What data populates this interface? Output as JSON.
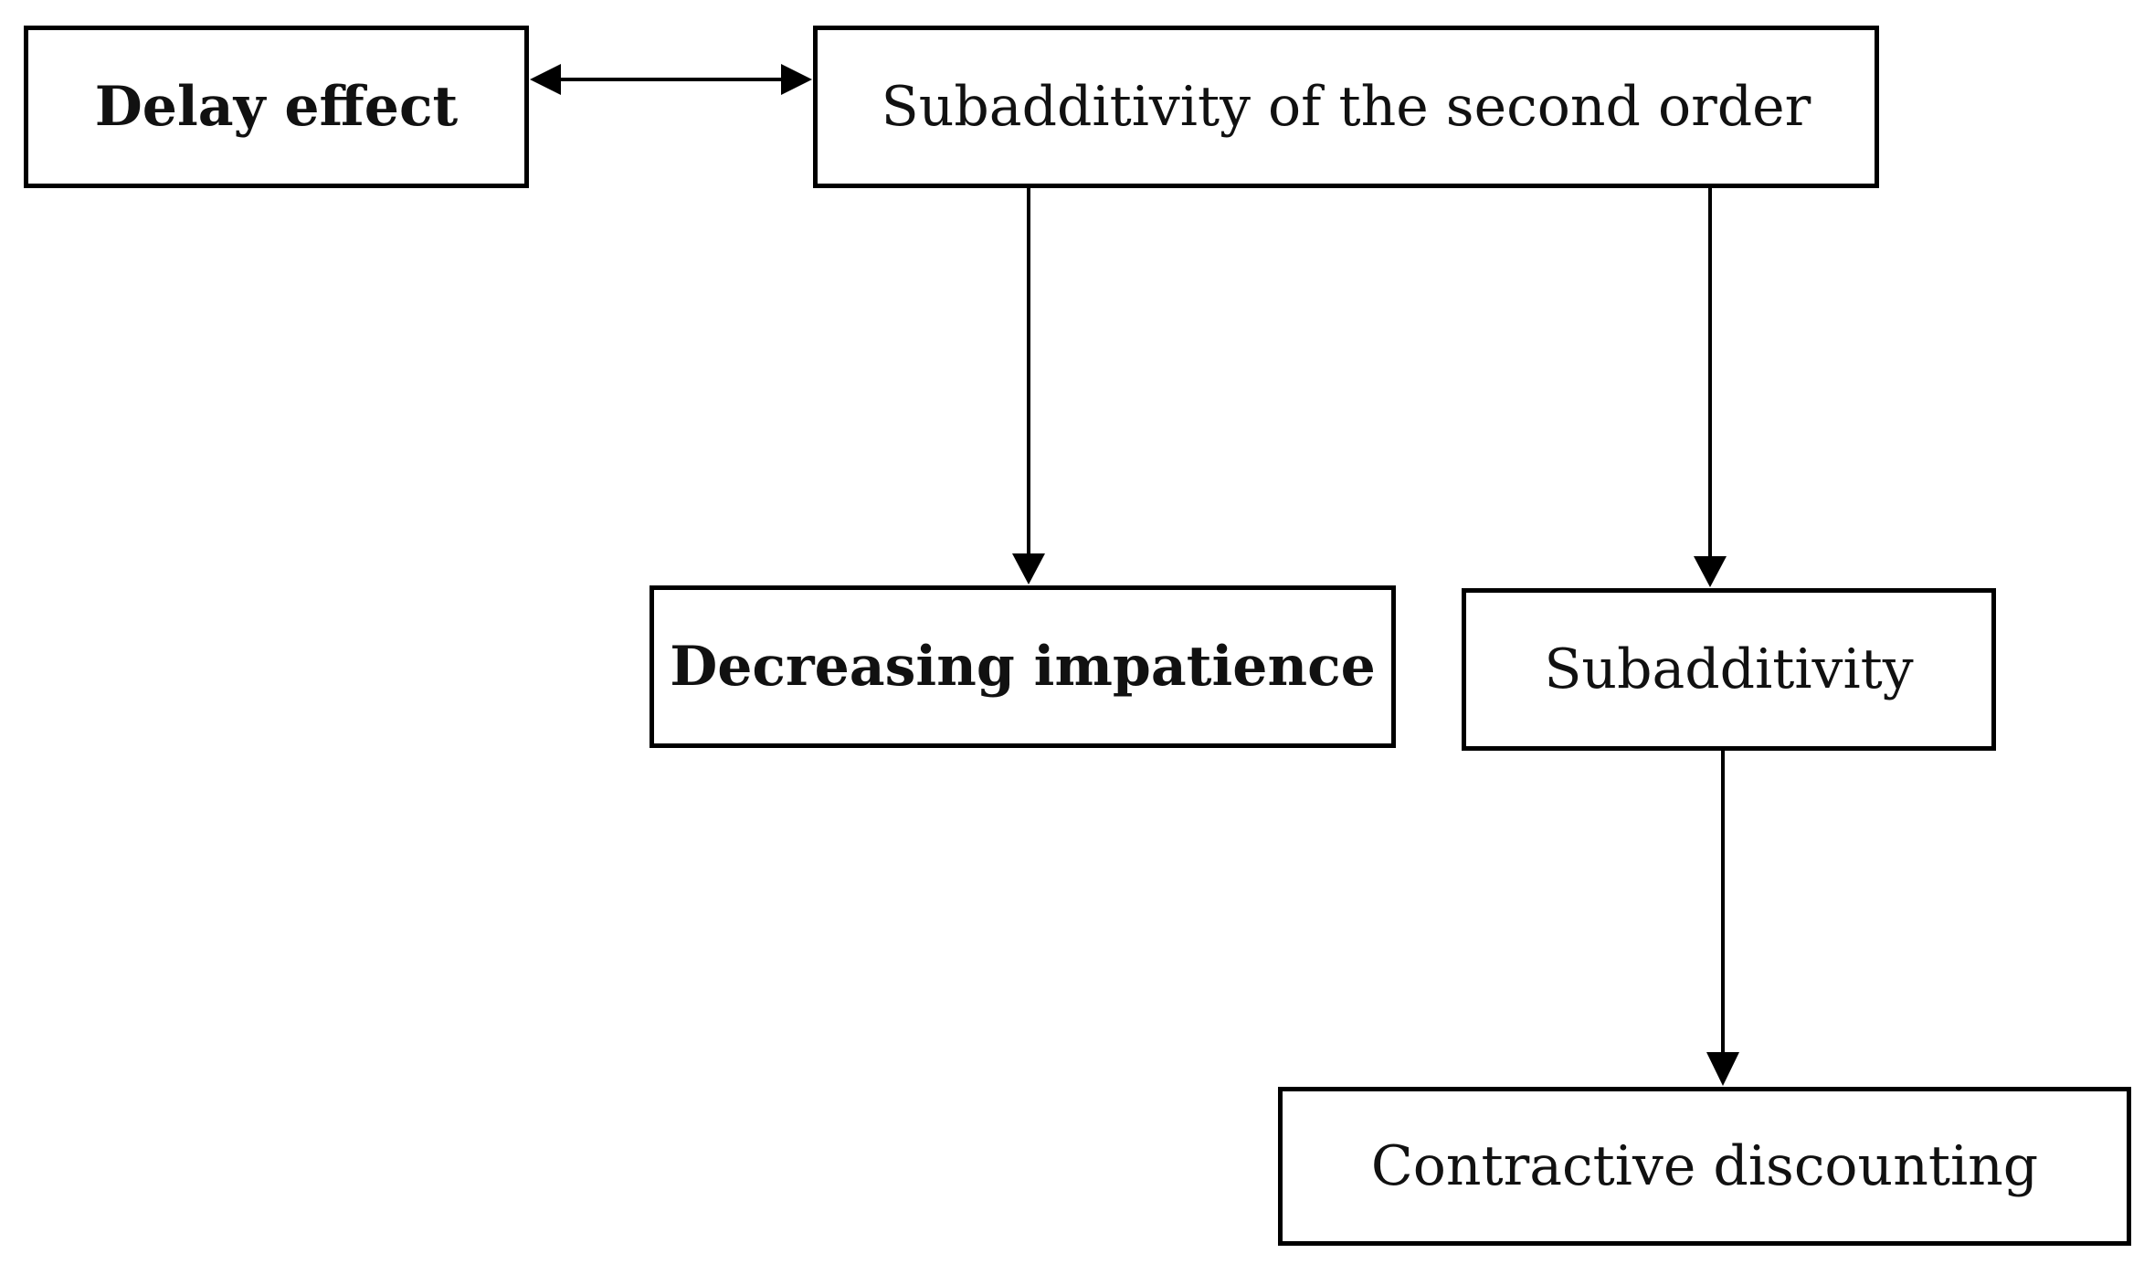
{
  "diagram": {
    "nodes": {
      "delay_effect": "Delay effect",
      "subadditivity_second_order": "Subadditivity of the second order",
      "decreasing_impatience": "Decreasing impatience",
      "subadditivity": "Subadditivity",
      "contractive_discounting": "Contractive discounting"
    },
    "edges": [
      {
        "from": "delay_effect",
        "to": "subadditivity_second_order",
        "type": "bidirectional"
      },
      {
        "from": "subadditivity_second_order",
        "to": "decreasing_impatience",
        "type": "directed"
      },
      {
        "from": "subadditivity_second_order",
        "to": "subadditivity",
        "type": "directed"
      },
      {
        "from": "subadditivity",
        "to": "contractive_discounting",
        "type": "directed"
      }
    ],
    "line_color": "#000000"
  }
}
